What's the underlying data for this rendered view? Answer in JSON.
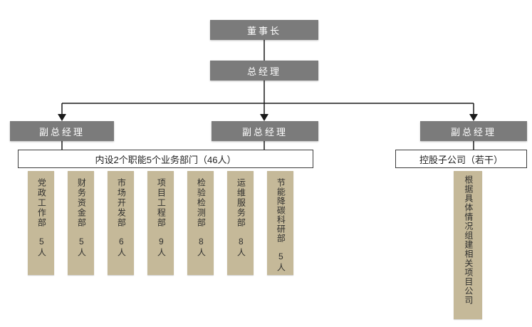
{
  "nodes": {
    "chairman": "董事长",
    "general_manager": "总经理",
    "deputy_1": "副总经理",
    "deputy_2": "副总经理",
    "deputy_3": "副总经理",
    "departments_header": "内设2个职能5个业务部门（46人）",
    "subsidiary_header": "控股子公司（若干）"
  },
  "departments": [
    {
      "name": "党政工作部",
      "headcount": "5人"
    },
    {
      "name": "财务资金部",
      "headcount": "5人"
    },
    {
      "name": "市场开发部",
      "headcount": "6人"
    },
    {
      "name": "项目工程部",
      "headcount": "9人"
    },
    {
      "name": "检验检测部",
      "headcount": "8人"
    },
    {
      "name": "运维服务部",
      "headcount": "8人"
    },
    {
      "name": "节能降碳科研部",
      "headcount": "5人"
    }
  ],
  "subsidiary_note": "根据具体情况组建相关项目公司",
  "colors": {
    "management_box": "#7b7b7b",
    "department_box": "#c5b999",
    "outline_box_border": "#3c3c3c",
    "connector_line": "#1a1a1a",
    "background": "#ffffff"
  }
}
